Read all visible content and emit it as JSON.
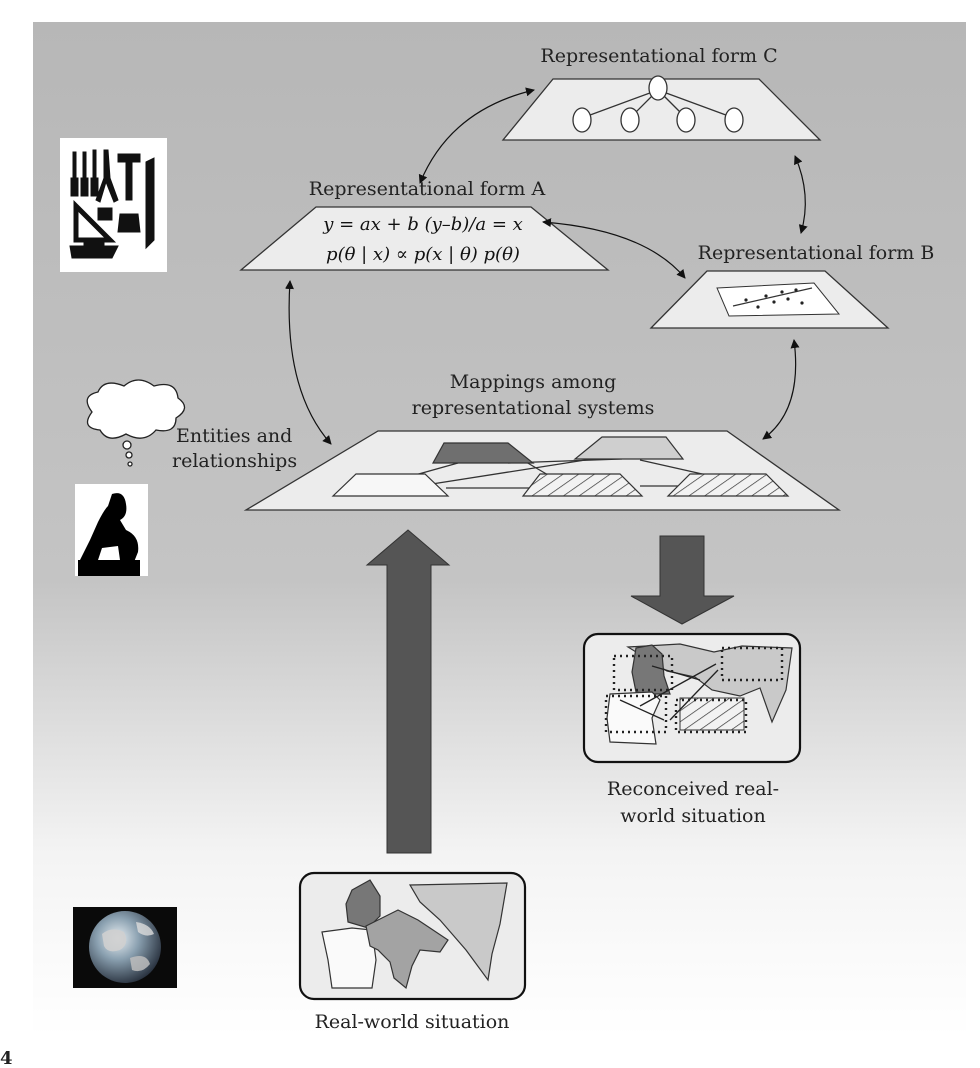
{
  "labels": {
    "form_c": "Representational form C",
    "form_a": "Representational form A",
    "form_b": "Representational form B",
    "mappings_line1": "Mappings among",
    "mappings_line2": "representational systems",
    "entities_line1": "Entities and",
    "entities_line2": "relationships",
    "reconceived_line1": "Reconceived real-",
    "reconceived_line2": "world situation",
    "real_world": "Real-world situation",
    "corner_mark": "4"
  },
  "equations": {
    "line1": "y = ax + b (y–b)/a = x",
    "line2": "p(θ | x) ∝ p(x | θ) p(θ)"
  },
  "icons": {
    "tools": "tools-icon",
    "thought_cloud": "thought-cloud-icon",
    "thinker": "thinker-silhouette-icon",
    "earth": "earth-globe-icon"
  },
  "colors": {
    "background_top": "#b9b9b9",
    "background_bottom": "#ffffff",
    "panel_fill": "#ebebeb",
    "dark_arrow": "#555555",
    "dark_shape": "#6f6f6f",
    "light_shape": "#c9c9c9"
  }
}
